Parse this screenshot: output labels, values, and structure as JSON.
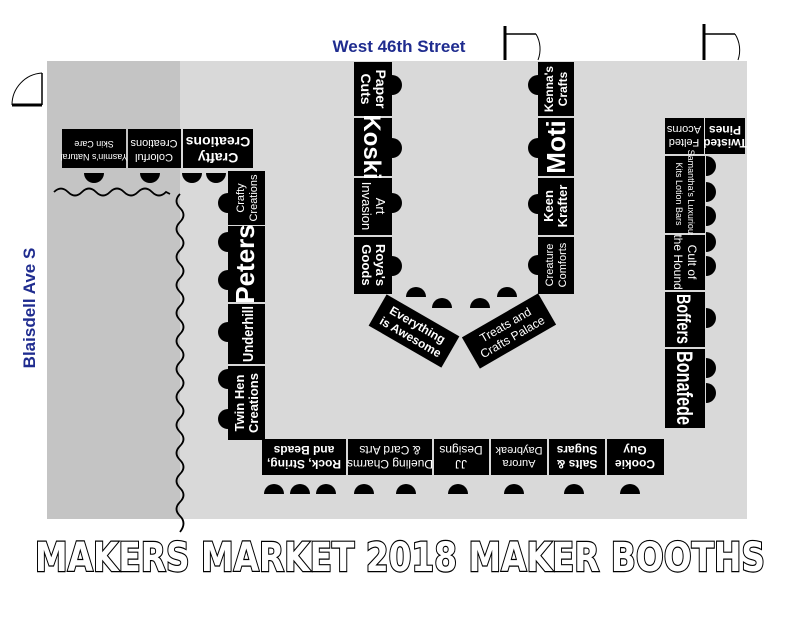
{
  "streets": {
    "north": "West 46th Street",
    "west": "Blaisdell Ave S"
  },
  "title": "MAKERS MARKET 2018 MAKER BOOTHS",
  "colors": {
    "floor": "#d9d9d9",
    "shaded_floor": "#c4c4c4",
    "booth": "#000000",
    "booth_text": "#ffffff",
    "street_text": "#1f2c8f"
  },
  "booths": {
    "yasmins": "Yasmin's Natural Skin Care",
    "colorful": "Colorful Creations",
    "crafty_top": "Crafty Creations",
    "crafty_left": "Crafty Creations",
    "peters": "Peters",
    "underhill": "Underhill",
    "twin_hen": "Twin Hen Creations",
    "paper_cuts": "Paper Cuts",
    "koski": "Koski",
    "art_invasion": "Art Invasion",
    "royas_goods": "Roya's Goods",
    "everything_awesome": "Everything is Awesome",
    "treats_crafts": "Treats and Crafts Palace",
    "kennas_crafts": "Kenna's Crafts",
    "moti": "Moti",
    "keen_krafter": "Keen Krafter",
    "creature_comforts": "Creature Comforts",
    "twisted_pines": "Twisted Pines",
    "felted_acorns": "Felted Acorns",
    "samanthas_kits": "Samantha's Luxurious Kits",
    "lotion_bars": "Lotion Bars",
    "cult_hound": "Cult of the Hound",
    "boffers": "Boffers",
    "bonafede": "Bonafede",
    "rock_string": "Rock, String, and Beads",
    "dueling_charms": "Dueling Charms & Card Arts",
    "jj_designs": "JJ Designs",
    "aurora_daybreak": "Aurora Daybreak",
    "salts_sugars": "Salts & Sugars",
    "cookie_guy": "Cookie Guy"
  }
}
